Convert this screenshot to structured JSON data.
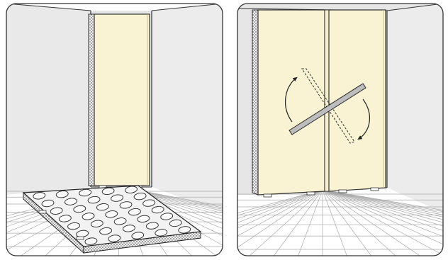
{
  "panels": [
    {
      "id": "left",
      "caption": ""
    },
    {
      "id": "right",
      "caption": ""
    }
  ],
  "colors": {
    "outline": "#222222",
    "wall": "#e7e7e7",
    "wall_side": "#dcdcdc",
    "floor": "#ffffff",
    "tile_line": "#9a9a9a",
    "board": "#faf3d3",
    "board_edge": "#d9d2b3",
    "texture": "#777777",
    "dot": "#f4f4f4"
  },
  "icons": [
    "rotate-arrow-clockwise",
    "rotate-arrow-counterclockwise",
    "level-tool",
    "mortar-dab"
  ]
}
